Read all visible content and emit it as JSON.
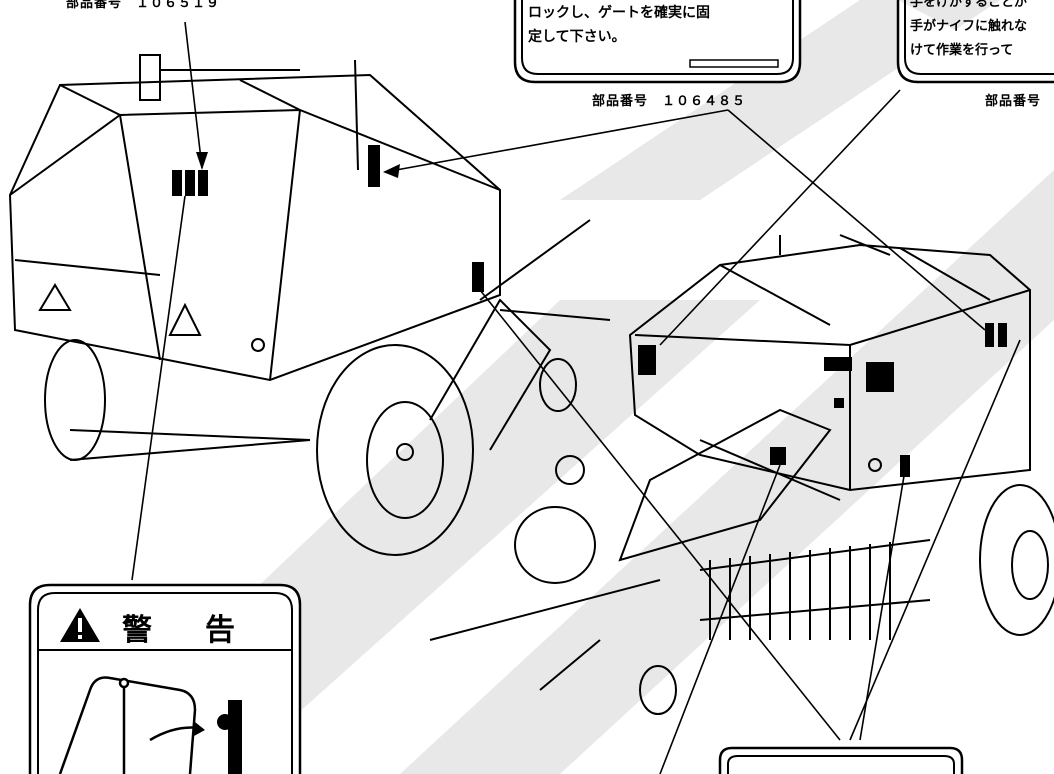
{
  "part_labels": {
    "top_left": "部品番号　１０６５１９",
    "top_center": "部品番号　１０６４８５",
    "top_right": "部品番号"
  },
  "callout_center": {
    "line1": "ロックし、ゲートを確実に固",
    "line2": "定して下さい。"
  },
  "callout_right": {
    "line1": "手をけがすることが",
    "line2": "手がナイフに触れな",
    "line3": "けて作業を行って"
  },
  "warning_label": {
    "title_char1": "警",
    "title_char2": "告"
  }
}
